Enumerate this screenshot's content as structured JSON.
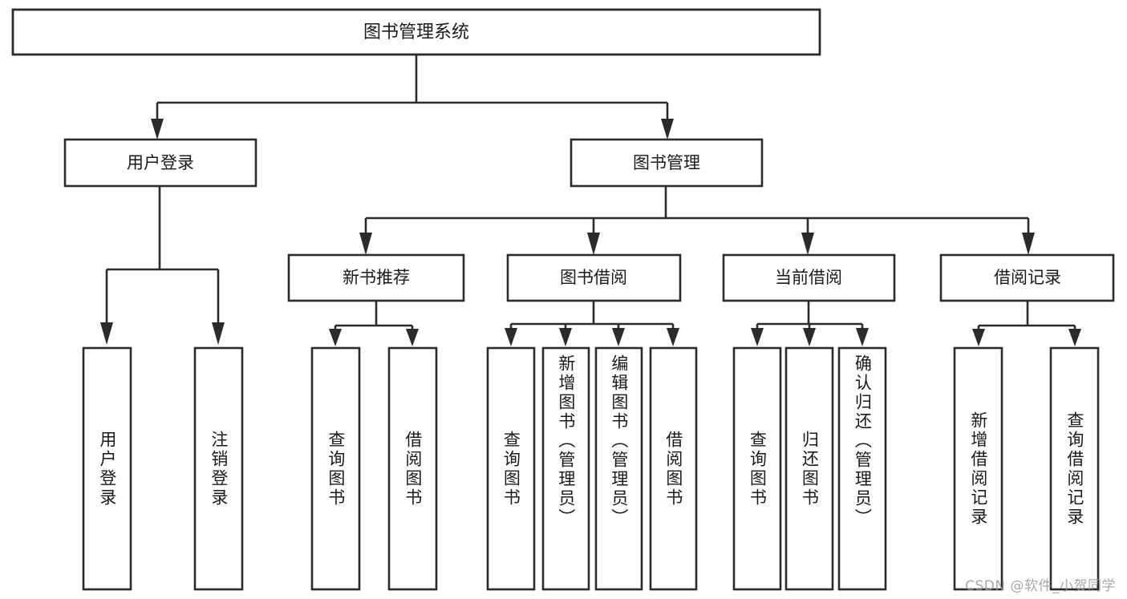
{
  "diagram": {
    "title": "图书管理系统",
    "type": "tree",
    "colors": {
      "stroke": "#2b2b2b",
      "fill": "#ffffff",
      "text": "#1a1a1a",
      "watermark": "#9a9a9a",
      "background": "#ffffff"
    },
    "root": {
      "id": "root",
      "label": "图书管理系统",
      "orientation": "horizontal"
    },
    "level2": [
      {
        "id": "user-login",
        "label": "用户登录",
        "orientation": "horizontal"
      },
      {
        "id": "book-manage",
        "label": "图书管理",
        "orientation": "horizontal"
      }
    ],
    "level3": [
      {
        "id": "new-book-recommend",
        "label": "新书推荐",
        "orientation": "horizontal",
        "parent": "book-manage"
      },
      {
        "id": "book-borrow",
        "label": "图书借阅",
        "orientation": "horizontal",
        "parent": "book-manage"
      },
      {
        "id": "current-borrow",
        "label": "当前借阅",
        "orientation": "horizontal",
        "parent": "book-manage"
      },
      {
        "id": "borrow-record",
        "label": "借阅记录",
        "orientation": "horizontal",
        "parent": "book-manage"
      }
    ],
    "leaves": [
      {
        "id": "leaf-user-login",
        "label": "用户登录",
        "parent": "user-login",
        "orientation": "vertical"
      },
      {
        "id": "leaf-user-logout",
        "label": "注销登录",
        "parent": "user-login",
        "orientation": "vertical"
      },
      {
        "id": "leaf-query-book-1",
        "label": "查询图书",
        "parent": "new-book-recommend",
        "orientation": "vertical"
      },
      {
        "id": "leaf-borrow-book-1",
        "label": "借阅图书",
        "parent": "new-book-recommend",
        "orientation": "vertical"
      },
      {
        "id": "leaf-query-book-2",
        "label": "查询图书",
        "parent": "book-borrow",
        "orientation": "vertical"
      },
      {
        "id": "leaf-add-book",
        "label": "新增图书（管理员）",
        "parent": "book-borrow",
        "orientation": "vertical"
      },
      {
        "id": "leaf-edit-book",
        "label": "编辑图书（管理员）",
        "parent": "book-borrow",
        "orientation": "vertical"
      },
      {
        "id": "leaf-borrow-book-2",
        "label": "借阅图书",
        "parent": "book-borrow",
        "orientation": "vertical"
      },
      {
        "id": "leaf-query-book-3",
        "label": "查询图书",
        "parent": "current-borrow",
        "orientation": "vertical"
      },
      {
        "id": "leaf-return-book",
        "label": "归还图书",
        "parent": "current-borrow",
        "orientation": "vertical"
      },
      {
        "id": "leaf-confirm-return",
        "label": "确认归还（管理员）",
        "parent": "current-borrow",
        "orientation": "vertical"
      },
      {
        "id": "leaf-add-record",
        "label": "新增借阅记录",
        "parent": "borrow-record",
        "orientation": "vertical"
      },
      {
        "id": "leaf-query-record",
        "label": "查询借阅记录",
        "parent": "borrow-record",
        "orientation": "vertical"
      }
    ]
  },
  "watermark": {
    "text": "CSDN @软件_小贺同学"
  }
}
